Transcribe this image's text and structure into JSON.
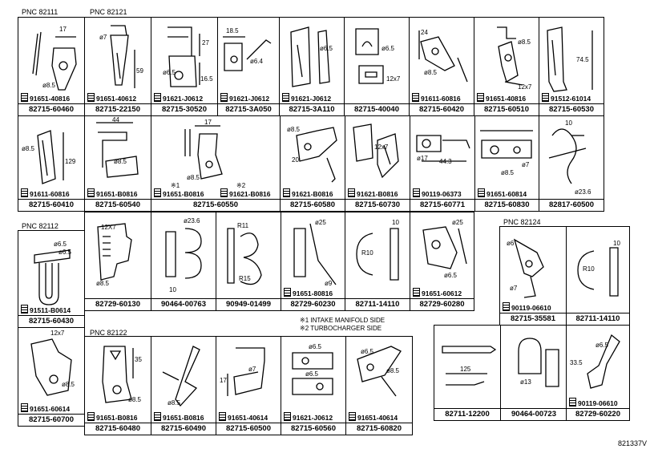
{
  "pnc_labels": {
    "g1": "PNC 82111",
    "g2": "PNC 82121",
    "g3": "PNC 82112",
    "g4": "PNC 82122",
    "g5": "PNC 82124"
  },
  "notes": {
    "n1": "※1 INTAKE MANIFOLD SIDE",
    "n2": "※2 TURBOCHARGER SIDE"
  },
  "figure_number": "821337V",
  "cells": {
    "c1": {
      "part": "82715-60460",
      "bolt": "91651-40816",
      "d1": "17",
      "d2": "ø8.5"
    },
    "c2": {
      "part": "82715-22150",
      "bolt": "91651-40612",
      "d1": "ø7",
      "d2": "59"
    },
    "c3": {
      "part": "82715-30520",
      "bolt": "91621-J0612",
      "d1": "27",
      "d2": "16.5",
      "d3": "ø6.5"
    },
    "c4": {
      "part": "82715-3A050",
      "bolt": "91621-J0612",
      "d1": "18.5",
      "d2": "ø6.4"
    },
    "c5": {
      "part": "82715-3A110",
      "bolt": "91621-J0612",
      "d1": "ø6.5"
    },
    "c6": {
      "part": "82715-40040",
      "d1": "ø6.5",
      "d2": "12x7"
    },
    "c7": {
      "part": "82715-60420",
      "bolt": "91611-60816",
      "d1": "24",
      "d2": "ø8.5"
    },
    "c8": {
      "part": "82715-60510",
      "bolt": "91651-40816",
      "d1": "ø8.5",
      "d2": "12x7"
    },
    "c9": {
      "part": "82715-60530",
      "bolt": "91512-61014",
      "d1": "74.5"
    },
    "c10": {
      "part": "82715-60410",
      "bolt": "91611-60816",
      "d1": "ø8.5",
      "d2": "129"
    },
    "c11": {
      "part": "82715-60540",
      "bolt": "91651-B0816",
      "d1": "44",
      "d2": "ø8.5"
    },
    "c12": {
      "part": "82715-60550",
      "bolt1": "91651-B0816",
      "bolt2": "91621-B0816",
      "m1": "※1",
      "m2": "※2",
      "d1": "17",
      "d2": "ø8.5"
    },
    "c13": {
      "part": "82715-60580",
      "bolt": "91621-B0816",
      "d1": "ø8.5",
      "d2": "20"
    },
    "c14": {
      "part": "82715-60730",
      "bolt": "91621-B0816",
      "d1": "12x7"
    },
    "c15": {
      "part": "82715-60771",
      "bolt": "90119-06373",
      "d1": "ø17",
      "d2": "44.3"
    },
    "c16": {
      "part": "82715-60830",
      "bolt": "91651-60814",
      "d1": "ø8.5",
      "d2": "ø7"
    },
    "c17": {
      "part": "82817-60500",
      "d1": "10",
      "d2": "ø23.6"
    },
    "c18": {
      "part": "82715-60430",
      "bolt": "91511-B0614",
      "d1": "ø6.5",
      "d2": "ø6.5"
    },
    "c19": {
      "part": "82729-60130",
      "d1": "12X7",
      "d2": "ø8.5"
    },
    "c20": {
      "part": "90464-00763",
      "d1": "ø23.6",
      "d2": "10"
    },
    "c21": {
      "part": "90949-01499",
      "d1": "R11",
      "d2": "R15"
    },
    "c22": {
      "part": "82729-60230",
      "bolt": "91651-80816",
      "d1": "ø25",
      "d2": "ø9"
    },
    "c23": {
      "part": "82711-14110",
      "d1": "R10",
      "d2": "10"
    },
    "c24": {
      "part": "82729-60280",
      "bolt": "91651-60612",
      "d1": "ø25",
      "d2": "ø6.5"
    },
    "c25": {
      "part": "82715-35581",
      "bolt": "90119-06610",
      "d1": "ø6",
      "d2": "ø7"
    },
    "c26": {
      "part": "82711-14110",
      "d1": "R10",
      "d2": "10"
    },
    "c27": {
      "part": "82715-60700",
      "bolt": "91651-60614",
      "d1": "12x7",
      "d2": "ø8.5"
    },
    "c28": {
      "part": "82715-60480",
      "bolt": "91651-B0816",
      "d1": "35",
      "d2": "ø8.5"
    },
    "c29": {
      "part": "82715-60490",
      "bolt": "91651-B0816",
      "d1": "ø8.5"
    },
    "c30": {
      "part": "82715-60500",
      "bolt": "91651-40614",
      "d1": "17",
      "d2": "ø7"
    },
    "c31": {
      "part": "82715-60560",
      "bolt": "91621-J0612",
      "d1": "ø6.5",
      "d2": "ø6.5"
    },
    "c32": {
      "part": "82715-60820",
      "bolt": "91651-40614",
      "d1": "ø6.5",
      "d2": "ø8.5"
    },
    "c33": {
      "part": "82711-12200",
      "d1": "125"
    },
    "c34": {
      "part": "90464-00723",
      "d1": "ø13"
    },
    "c35": {
      "part": "82729-60220",
      "bolt": "90119-06610",
      "d1": "ø6.5",
      "d2": "33.5"
    }
  }
}
